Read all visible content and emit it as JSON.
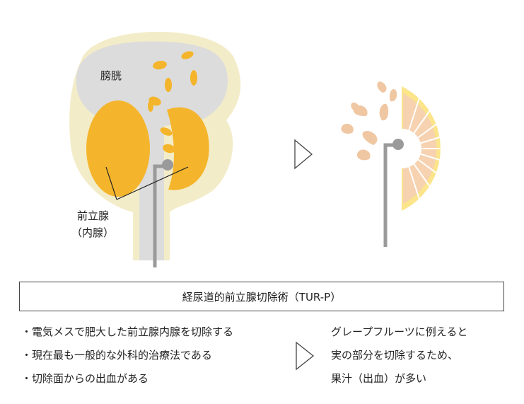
{
  "labels": {
    "bladder": "膀胱",
    "prostate_line1": "前立腺",
    "prostate_line2": "（内腺）"
  },
  "procedure_title": "経尿道的前立腺切除術（TUR-P）",
  "bullets": [
    "・電気メスで肥大した前立腺内腺を切除する",
    "・現在最も一般的な外科的治療法である",
    "・切除面からの出血がある"
  ],
  "analogy_lines": [
    "グレープフルーツに例えると",
    "実の部分を切除するため、",
    "果汁（出血）が多い"
  ],
  "colors": {
    "outer_capsule": "#f3ecc8",
    "bladder": "#dcdcdc",
    "prostate": "#f4b52c",
    "instrument": "#9a9a9a",
    "grapefruit_flesh": "#f6d2b0",
    "grapefruit_rind": "#fbe48a",
    "juice": "#f0c7a3"
  }
}
